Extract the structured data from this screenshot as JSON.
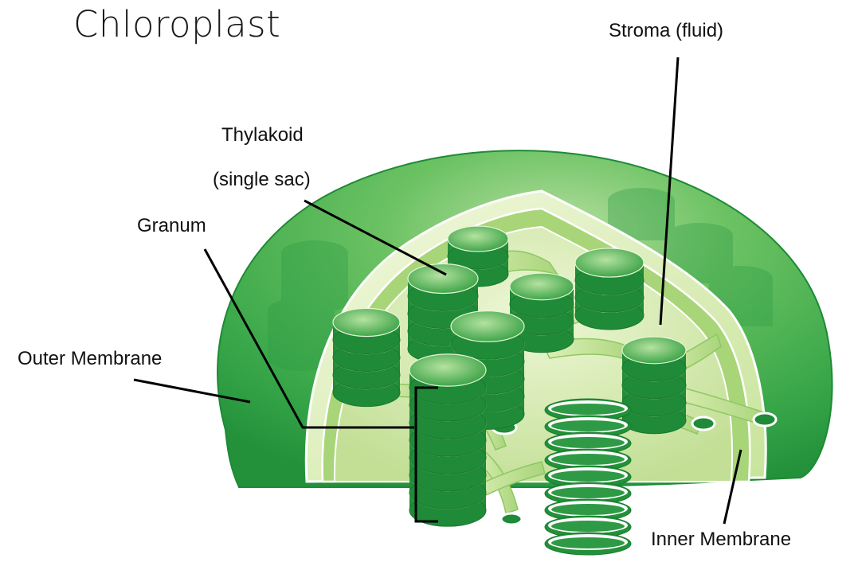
{
  "title": "Chloroplast",
  "labels": {
    "stroma": "Stroma (fluid)",
    "thylakoid_line1": "Thylakoid",
    "thylakoid_line2": "(single sac)",
    "granum": "Granum",
    "outer_membrane": "Outer Membrane",
    "inner_membrane": "Inner Membrane"
  },
  "colors": {
    "outer_green": "#3fae49",
    "outer_dark": "#1f8a37",
    "inner_light": "#e6f3c6",
    "stroma_fill": "#d7ecb0",
    "granum_green": "#2f9a45",
    "granum_highlight": "#7fcc7a",
    "line": "#000000"
  }
}
